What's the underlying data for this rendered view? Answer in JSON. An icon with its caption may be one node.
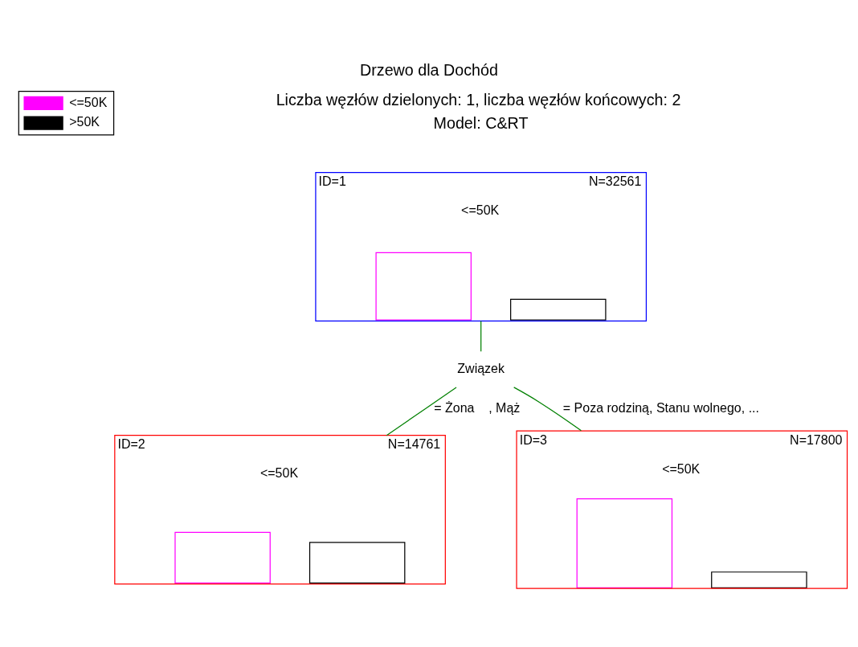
{
  "diagram": {
    "title": "Drzewo dla Dochód",
    "nodes": [
      {
        "text": [
          "ID=1",
          "N=32561",
          "<=50K"
        ]
      },
      {
        "text": [
          "Związek"
        ]
      },
      {
        "text": [
          "ID=2",
          "N=14761",
          "<=50K"
        ]
      },
      {
        "text": [
          "ID=3",
          "N=17800",
          "<=50K"
        ]
      }
    ],
    "edges": [
      {
        "from": 0,
        "to": 1,
        "arrow": "none"
      },
      {
        "from": 1,
        "to": 2,
        "arrow": "none",
        "label": "= Żona    , Mąż"
      },
      {
        "from": 1,
        "to": 3,
        "arrow": "none",
        "label": "= Poza rodziną, Stanu wolnego, ..."
      }
    ],
    "labels": [
      "Liczba węzłów dzielonych: 1, liczba węzłów końcowych: 2",
      "Model: C&RT"
    ],
    "legend": [
      {
        "text": "<=50K"
      },
      {
        "text": ">50K"
      }
    ]
  }
}
